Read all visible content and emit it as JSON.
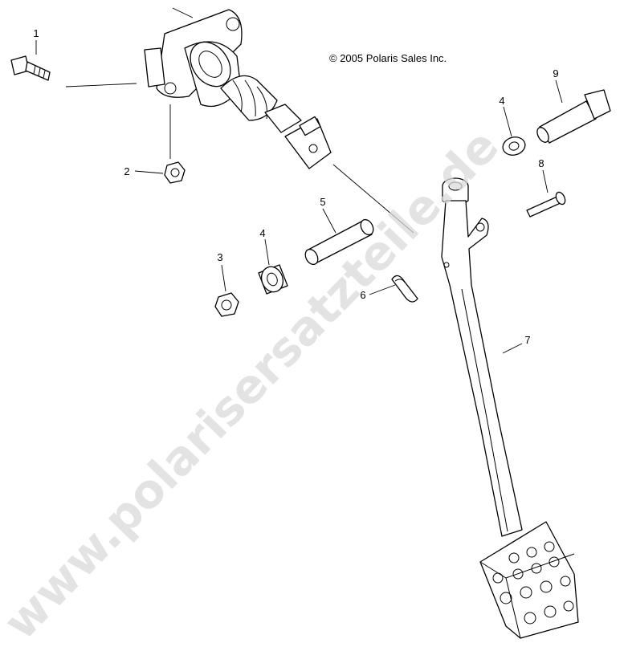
{
  "copyright": "© 2005 Polaris Sales Inc.",
  "watermark": "www.polarisersatzteile.de",
  "callouts": [
    "1",
    "2",
    "3",
    "4",
    "4",
    "5",
    "6",
    "7",
    "8",
    "9"
  ]
}
